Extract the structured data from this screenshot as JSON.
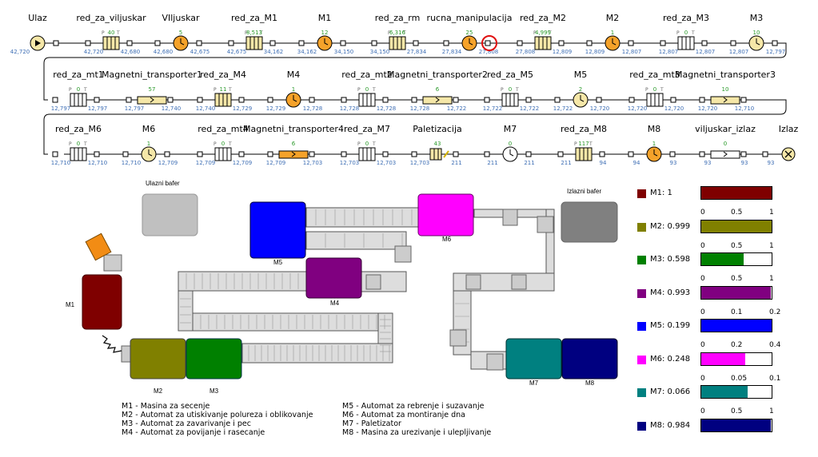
{
  "flowchart": {
    "rows": [
      [
        {
          "kind": "source",
          "label": "Ulaz",
          "count": "",
          "in": "42,720",
          "out": ""
        },
        {
          "kind": "queue",
          "label": "red_za_viljuskar",
          "count": "40",
          "in": "42,720",
          "out": "42,680"
        },
        {
          "kind": "delay",
          "label": "VIljuskar",
          "count": "5",
          "in": "42,680",
          "out": "42,675",
          "color": "#f5a22a"
        },
        {
          "kind": "queue",
          "label": "red_za_M1",
          "count": "8,513",
          "in": "42,675",
          "out": "34,162"
        },
        {
          "kind": "delay",
          "label": "M1",
          "count": "12",
          "in": "34,162",
          "out": "34,150",
          "color": "#f5a22a"
        },
        {
          "kind": "queue",
          "label": "red_za_rm",
          "count": "6,316",
          "in": "34,150",
          "out": "27,834"
        },
        {
          "kind": "delay",
          "label": "rucna_manipulacija",
          "count": "25",
          "in": "27,834",
          "out": "27,808",
          "color": "#f5a22a"
        },
        {
          "kind": "queue",
          "label": "red_za_M2",
          "count": "4,999",
          "in": "27,808",
          "out": "12,809"
        },
        {
          "kind": "delay",
          "label": "M2",
          "count": "1",
          "in": "12,809",
          "out": "12,807",
          "color": "#f5a22a"
        },
        {
          "kind": "queue",
          "label": "red_za_M3",
          "count": "0",
          "in": "12,807",
          "out": "12,807"
        },
        {
          "kind": "delay",
          "label": "M3",
          "count": "10",
          "in": "12,807",
          "out": "12,797",
          "color": "#f5e7a8"
        }
      ],
      [
        {
          "kind": "queue",
          "label": "red_za_mt1",
          "count": "0",
          "in": "12,797",
          "out": "12,797"
        },
        {
          "kind": "conveyor",
          "label": "Magnetni_transporter1",
          "count": "57",
          "in": "12,797",
          "out": "12,740",
          "color": "#f5e7a8"
        },
        {
          "kind": "queue",
          "label": "red_za_M4",
          "count": "11",
          "in": "12,740",
          "out": "12,729"
        },
        {
          "kind": "delay",
          "label": "M4",
          "count": "1",
          "in": "12,729",
          "out": "12,728",
          "color": "#f5a22a"
        },
        {
          "kind": "queue",
          "label": "red_za_mt2",
          "count": "0",
          "in": "12,728",
          "out": "12,728"
        },
        {
          "kind": "conveyor",
          "label": "Magnetni_transporter2",
          "count": "6",
          "in": "12,728",
          "out": "12,722",
          "color": "#f5e7a8"
        },
        {
          "kind": "queue",
          "label": "red_za_M5",
          "count": "0",
          "in": "12,722",
          "out": "12,722"
        },
        {
          "kind": "delay",
          "label": "M5",
          "count": "2",
          "in": "12,722",
          "out": "12,720",
          "color": "#f5e7a8"
        },
        {
          "kind": "queue",
          "label": "red_za_mt3",
          "count": "0",
          "in": "12,720",
          "out": "12,720"
        },
        {
          "kind": "conveyor",
          "label": "Magnetni_transporter3",
          "count": "10",
          "in": "12,720",
          "out": "12,710",
          "color": "#f5e7a8"
        }
      ],
      [
        {
          "kind": "queue",
          "label": "red_za_M6",
          "count": "0",
          "in": "12,710",
          "out": "12,710"
        },
        {
          "kind": "delay",
          "label": "M6",
          "count": "1",
          "in": "12,710",
          "out": "12,709",
          "color": "#f5e7a8"
        },
        {
          "kind": "queue",
          "label": "red_za_mt4",
          "count": "0",
          "in": "12,709",
          "out": "12,709"
        },
        {
          "kind": "conveyor",
          "label": "Magnetni_transporter4",
          "count": "6",
          "in": "12,709",
          "out": "12,703",
          "color": "#f5a22a"
        },
        {
          "kind": "queue",
          "label": "red_za_M7",
          "count": "0",
          "in": "12,703",
          "out": "12,703"
        },
        {
          "kind": "pallet",
          "label": "Paletizacija",
          "count": "43",
          "in": "12,703",
          "out": "211"
        },
        {
          "kind": "delay",
          "label": "M7",
          "count": "0",
          "in": "211",
          "out": "211",
          "color": "#ffffff"
        },
        {
          "kind": "queue",
          "label": "red_za_M8",
          "count": "117",
          "in": "211",
          "out": "94"
        },
        {
          "kind": "delay",
          "label": "M8",
          "count": "1",
          "in": "94",
          "out": "93",
          "color": "#f5a22a"
        },
        {
          "kind": "conveyor",
          "label": "viljuskar_izlaz",
          "count": "0",
          "in": "93",
          "out": "93",
          "color": "#ffffff"
        },
        {
          "kind": "sink",
          "label": "Izlaz",
          "count": "",
          "in": "93",
          "out": ""
        }
      ]
    ]
  },
  "layout_labels": {
    "input_buffer": "Ulazni bafer",
    "output_buffer": "Izlazni bafer",
    "machines": [
      {
        "id": "m1",
        "label": "M1",
        "color": "#7f0000"
      },
      {
        "id": "m2",
        "label": "M2",
        "color": "#808000"
      },
      {
        "id": "m3",
        "label": "M3",
        "color": "#008000"
      },
      {
        "id": "m4",
        "label": "M4",
        "color": "#800080"
      },
      {
        "id": "m5",
        "label": "M5",
        "color": "#0000ff"
      },
      {
        "id": "m6",
        "label": "M6",
        "color": "#ff00ff"
      },
      {
        "id": "m7",
        "label": "M7",
        "color": "#008080"
      },
      {
        "id": "m8",
        "label": "M8",
        "color": "#000080"
      }
    ]
  },
  "legend": {
    "left": [
      "M1 - Masina za secenje",
      "M2 - Automat za utiskivanje polureza i oblikovanje",
      "M3 - Automat za zavarivanje i pec",
      "M4 - Automat za povijanje i rasecanje"
    ],
    "right": [
      "M5 - Automat za rebrenje i suzavanje",
      "M6 - Automat za montiranje dna",
      "M7 - Paletizator",
      "M8 - Masina za urezivanje i ulepljivanje"
    ]
  },
  "utilization": [
    {
      "label": "M1: 1",
      "value": 1,
      "max": 1,
      "color": "#7f0000",
      "ticks": [
        "0",
        "0.5",
        "1"
      ]
    },
    {
      "label": "M2: 0.999",
      "value": 0.999,
      "max": 1,
      "color": "#808000",
      "ticks": [
        "0",
        "0.5",
        "1"
      ]
    },
    {
      "label": "M3: 0.598",
      "value": 0.598,
      "max": 1,
      "color": "#008000",
      "ticks": [
        "0",
        "0.5",
        "1"
      ]
    },
    {
      "label": "M4: 0.993",
      "value": 0.993,
      "max": 1,
      "color": "#800080",
      "ticks": [
        "0",
        "0.1",
        "0.2"
      ]
    },
    {
      "label": "M5: 0.199",
      "value": 0.199,
      "max": 0.2,
      "color": "#0000ff",
      "ticks": [
        "0",
        "0.2",
        "0.4"
      ]
    },
    {
      "label": "M6: 0.248",
      "value": 0.248,
      "max": 0.4,
      "color": "#ff00ff",
      "ticks": [
        "0",
        "0.05",
        "0.1"
      ]
    },
    {
      "label": "M7: 0.066",
      "value": 0.066,
      "max": 0.1,
      "color": "#008080",
      "ticks": [
        "0",
        "0.5",
        "1"
      ]
    },
    {
      "label": "M8: 0.984",
      "value": 0.984,
      "max": 1,
      "color": "#000080",
      "ticks": []
    }
  ]
}
